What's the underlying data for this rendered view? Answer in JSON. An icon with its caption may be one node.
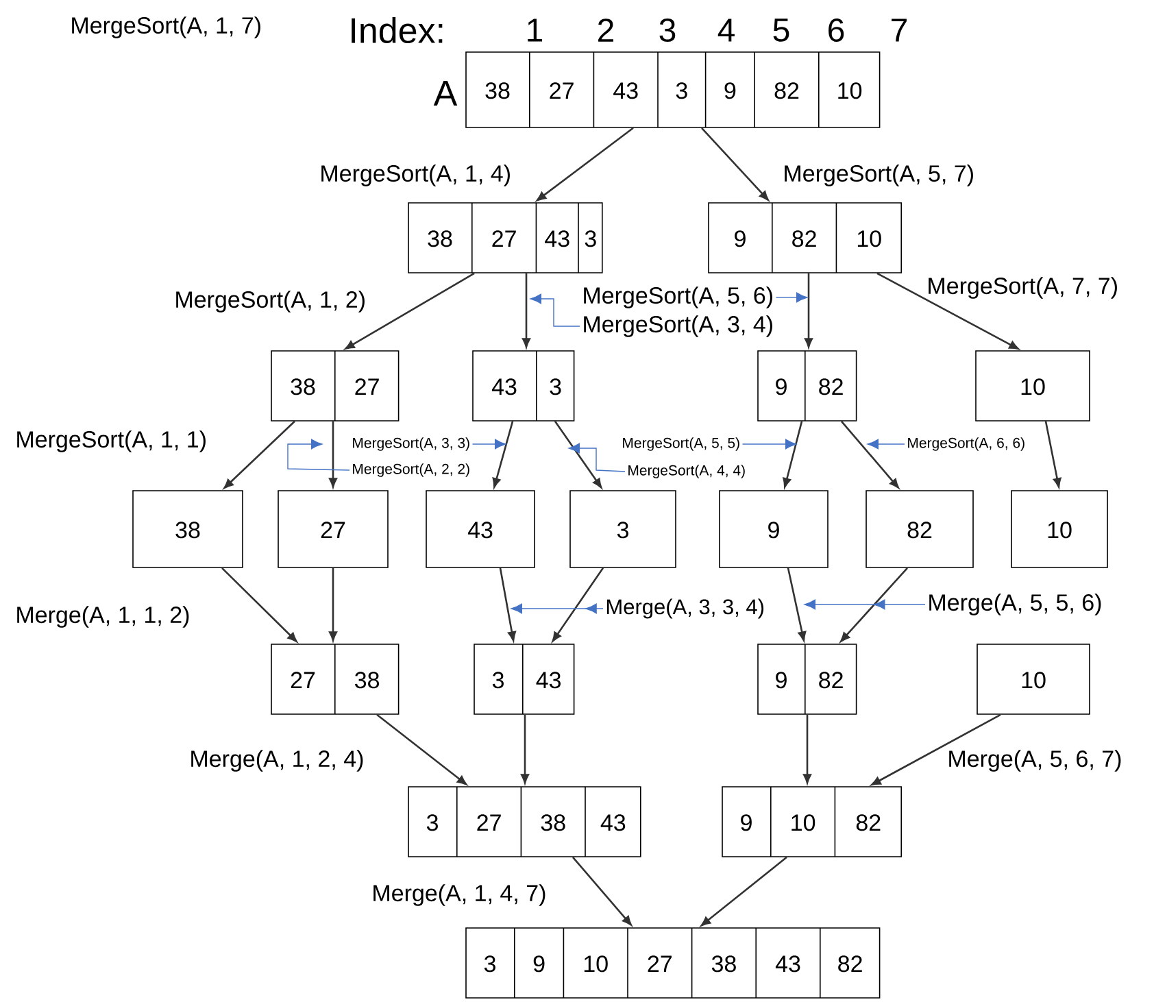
{
  "diagram": {
    "nodes": [
      {
        "text": [
          "38",
          "27",
          "43",
          "3",
          "9",
          "82",
          "10"
        ]
      },
      {
        "text": [
          "38",
          "27",
          "43",
          "3"
        ]
      },
      {
        "text": [
          "9",
          "82",
          "10"
        ]
      },
      {
        "text": [
          "38",
          "27"
        ]
      },
      {
        "text": [
          "43",
          "3"
        ]
      },
      {
        "text": [
          "9",
          "82"
        ]
      },
      {
        "text": [
          "10"
        ]
      },
      {
        "text": [
          "38"
        ]
      },
      {
        "text": [
          "27"
        ]
      },
      {
        "text": [
          "43"
        ]
      },
      {
        "text": [
          "3"
        ]
      },
      {
        "text": [
          "9"
        ]
      },
      {
        "text": [
          "82"
        ]
      },
      {
        "text": [
          "10"
        ]
      },
      {
        "text": [
          "27",
          "38"
        ]
      },
      {
        "text": [
          "3",
          "43"
        ]
      },
      {
        "text": [
          "9",
          "82"
        ]
      },
      {
        "text": [
          "10"
        ]
      },
      {
        "text": [
          "3",
          "27",
          "38",
          "43"
        ]
      },
      {
        "text": [
          "9",
          "10",
          "82"
        ]
      },
      {
        "text": [
          "3",
          "9",
          "10",
          "27",
          "38",
          "43",
          "82"
        ]
      },
      {
        "text": [
          "MergeSort(A, 5, 6)"
        ]
      },
      {
        "text": [
          "MergeSort(A, 3, 4)"
        ]
      },
      {
        "text": [
          "MergeSort(A, 3, 3)"
        ]
      },
      {
        "text": [
          "MergeSort(A, 2, 2)"
        ]
      },
      {
        "text": [
          "MergeSort(A, 5, 5)"
        ]
      },
      {
        "text": [
          "MergeSort(A, 4, 4)"
        ]
      },
      {
        "text": [
          "MergeSort(A, 6, 6)"
        ]
      },
      {
        "text": [
          "Merge(A, 3, 3, 4)"
        ]
      },
      {
        "text": [
          "Merge(A, 5, 5, 6)"
        ]
      }
    ],
    "edges": [
      {
        "from": 0,
        "to": 1,
        "arrow": "to"
      },
      {
        "from": 0,
        "to": 2,
        "arrow": "to"
      },
      {
        "from": 1,
        "to": 3,
        "arrow": "to"
      },
      {
        "from": 1,
        "to": 4,
        "arrow": "to"
      },
      {
        "from": 2,
        "to": 5,
        "arrow": "to"
      },
      {
        "from": 2,
        "to": 6,
        "arrow": "to"
      },
      {
        "from": 3,
        "to": 7,
        "arrow": "to"
      },
      {
        "from": 3,
        "to": 8,
        "arrow": "to"
      },
      {
        "from": 4,
        "to": 9,
        "arrow": "to"
      },
      {
        "from": 4,
        "to": 10,
        "arrow": "to"
      },
      {
        "from": 5,
        "to": 11,
        "arrow": "to"
      },
      {
        "from": 5,
        "to": 12,
        "arrow": "to"
      },
      {
        "from": 6,
        "to": 13,
        "arrow": "to"
      },
      {
        "from": 7,
        "to": 14,
        "arrow": "to"
      },
      {
        "from": 8,
        "to": 14,
        "arrow": "to"
      },
      {
        "from": 9,
        "to": 15,
        "arrow": "to"
      },
      {
        "from": 10,
        "to": 15,
        "arrow": "to"
      },
      {
        "from": 11,
        "to": 16,
        "arrow": "to"
      },
      {
        "from": 12,
        "to": 16,
        "arrow": "to"
      },
      {
        "from": 14,
        "to": 18,
        "arrow": "to"
      },
      {
        "from": 15,
        "to": 18,
        "arrow": "to"
      },
      {
        "from": 16,
        "to": 19,
        "arrow": "to"
      },
      {
        "from": 17,
        "to": 19,
        "arrow": "to"
      },
      {
        "from": 18,
        "to": 20,
        "arrow": "to"
      },
      {
        "from": 19,
        "to": 20,
        "arrow": "to"
      },
      {
        "from": 21,
        "to": null,
        "arrow": "to",
        "color": "#4472c4"
      },
      {
        "from": 22,
        "to": null,
        "arrow": "to",
        "color": "#4472c4"
      },
      {
        "from": 23,
        "to": null,
        "arrow": "to",
        "color": "#4472c4"
      },
      {
        "from": 24,
        "to": null,
        "arrow": "to",
        "color": "#4472c4"
      },
      {
        "from": 25,
        "to": null,
        "arrow": "to",
        "color": "#4472c4"
      },
      {
        "from": 26,
        "to": null,
        "arrow": "to",
        "color": "#4472c4"
      },
      {
        "from": 27,
        "to": null,
        "arrow": "to",
        "color": "#4472c4"
      },
      {
        "from": 28,
        "to": null,
        "arrow": "to",
        "color": "#4472c4"
      },
      {
        "from": 29,
        "to": null,
        "arrow": "to",
        "color": "#4472c4"
      }
    ],
    "labels": [
      "MergeSort(A, 1, 7)",
      "Index:",
      "1",
      "2",
      "3",
      "4",
      "5",
      "6",
      "7",
      "A",
      "MergeSort(A, 1, 4)",
      "MergeSort(A, 5, 7)",
      "MergeSort(A, 1, 2)",
      "MergeSort(A, 7, 7)",
      "MergeSort(A, 1, 1)",
      "Merge(A, 1, 1, 2)",
      "Merge(A, 1, 2, 4)",
      "Merge(A, 5, 6, 7)",
      "Merge(A, 1, 4, 7)"
    ]
  }
}
